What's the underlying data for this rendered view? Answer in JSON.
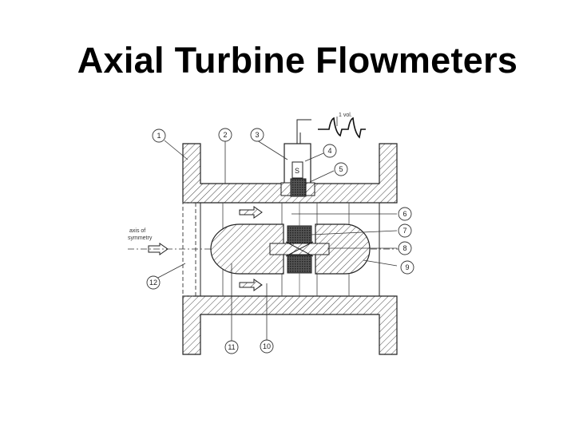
{
  "title": "Axial Turbine Flowmeters",
  "diagram": {
    "callouts": [
      "1",
      "2",
      "3",
      "4",
      "5",
      "6",
      "7",
      "8",
      "9",
      "10",
      "11",
      "12"
    ],
    "signal_label": "1 vol.",
    "magnet_label": "S",
    "axis_label_line1": "axis of",
    "axis_label_line2": "symmetry"
  }
}
